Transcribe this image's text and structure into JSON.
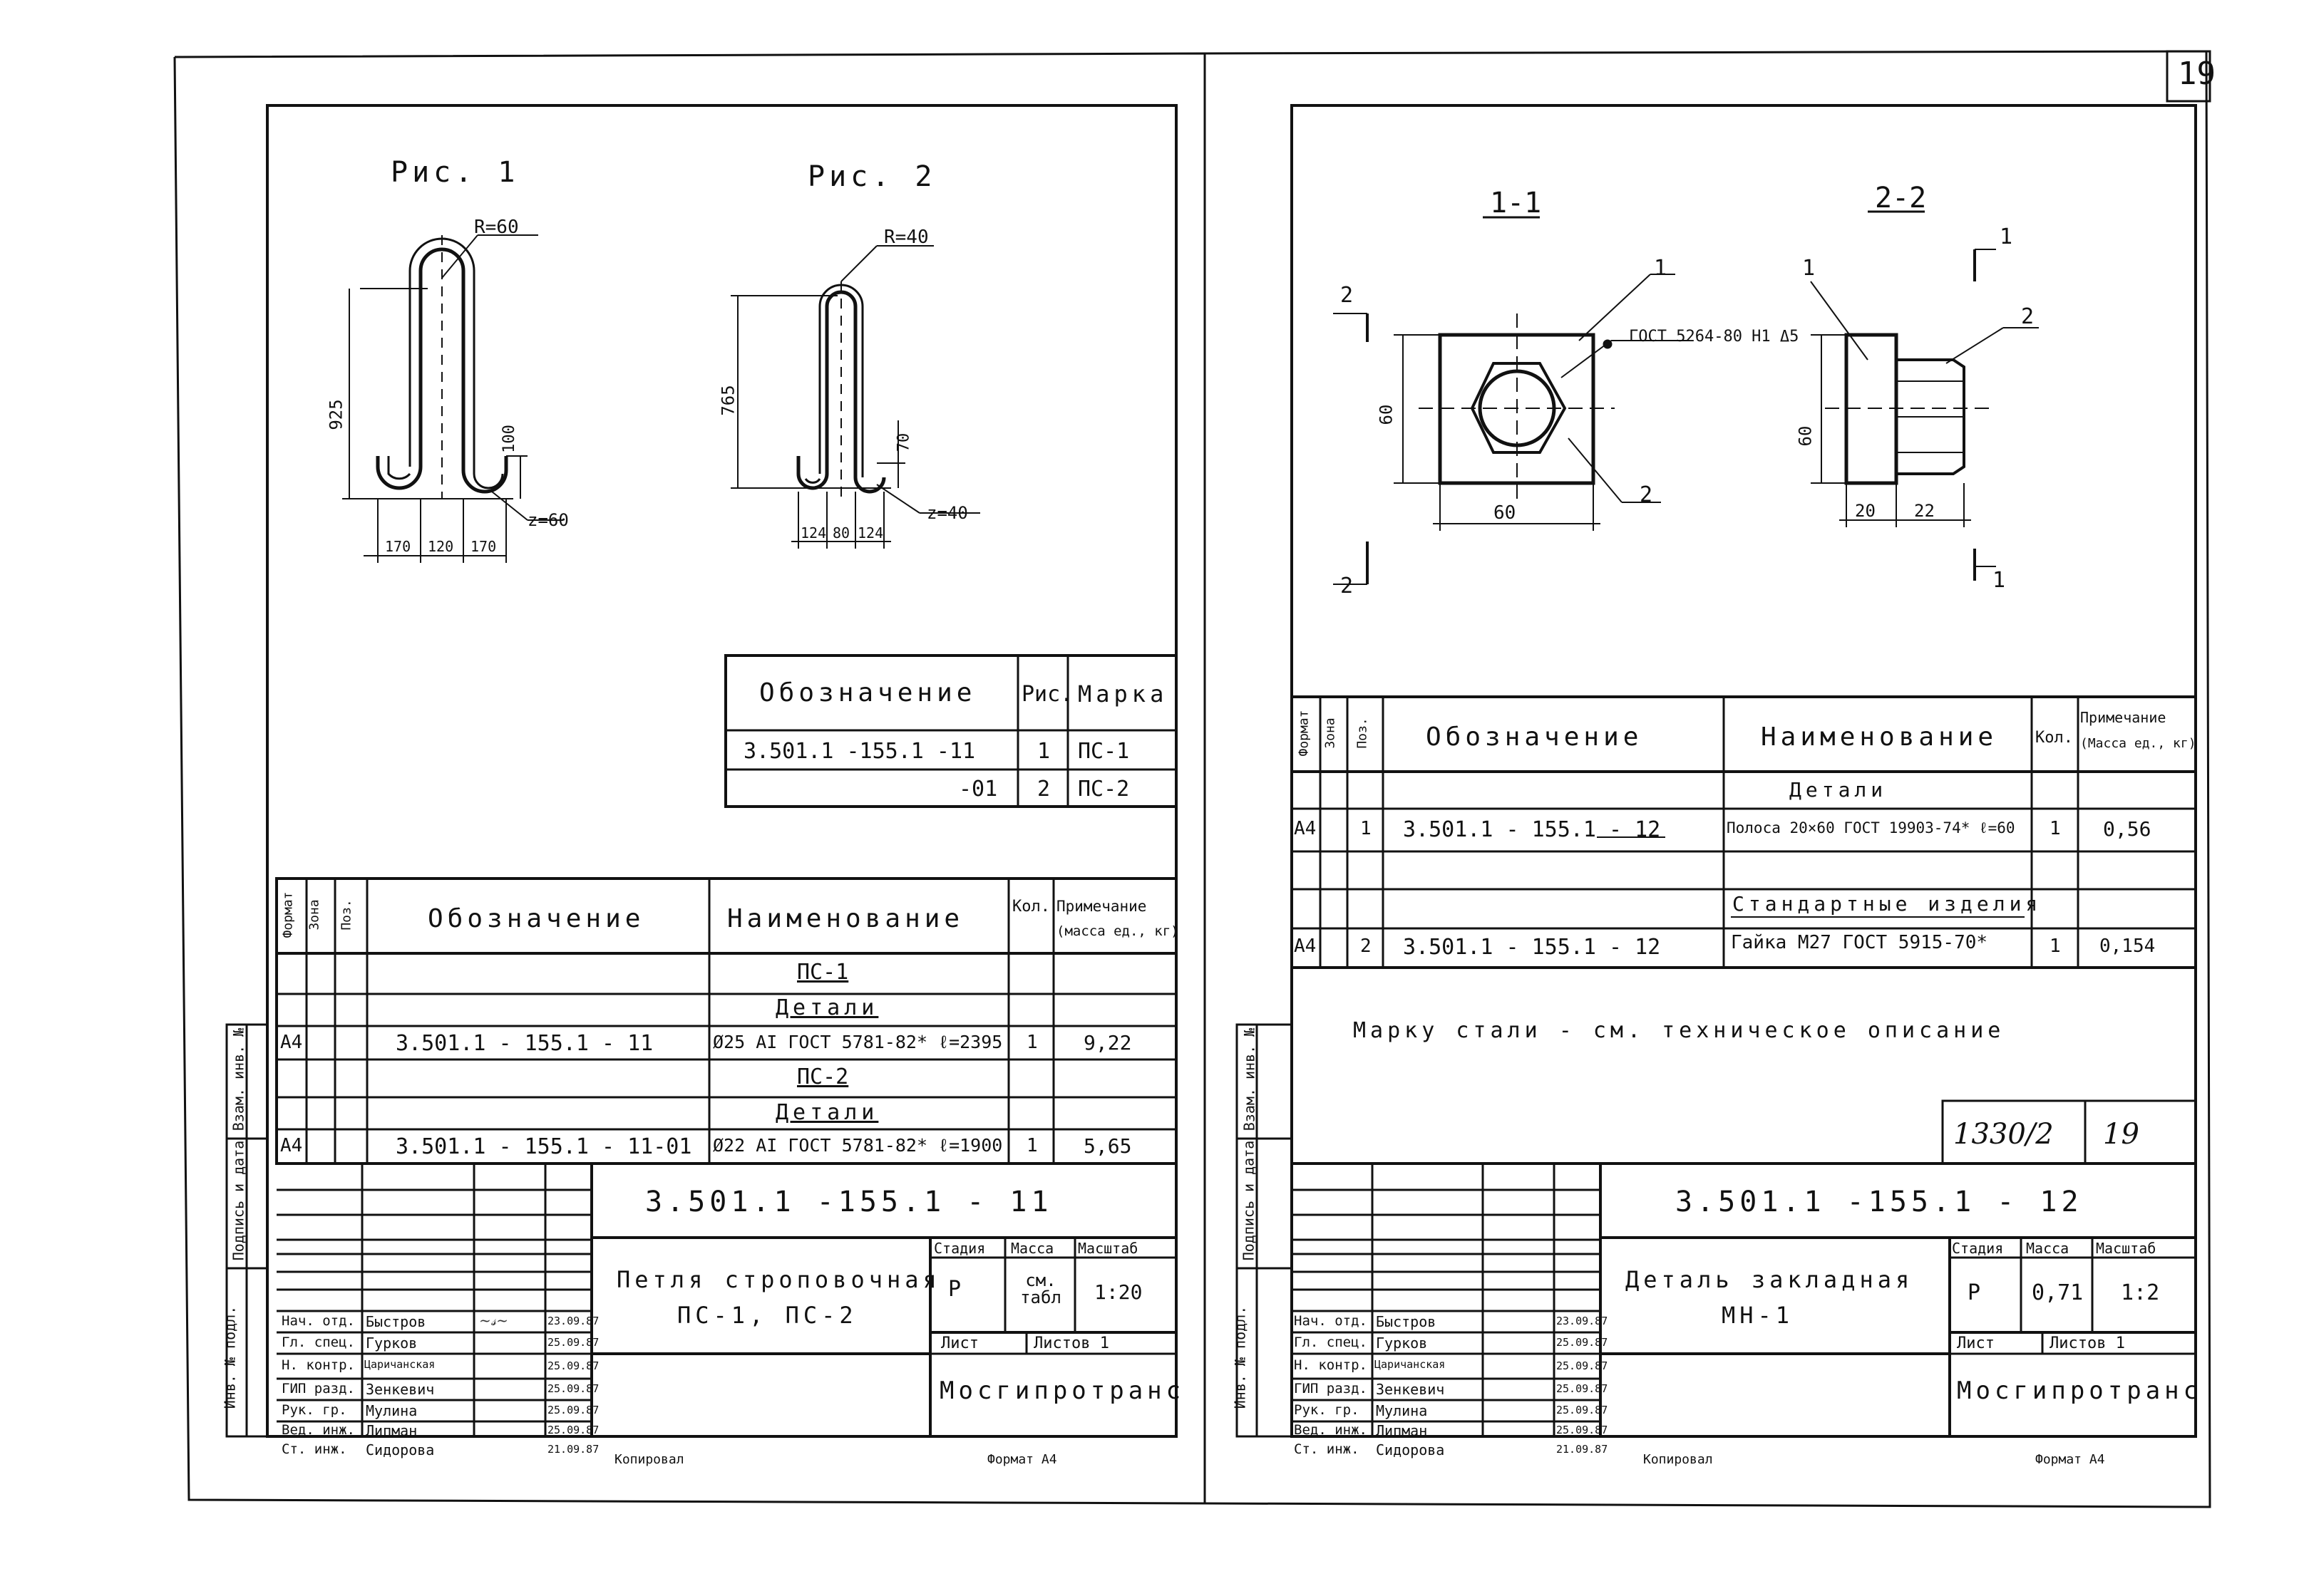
{
  "page_number": "19",
  "left": {
    "fig1": {
      "title": "Рис. 1",
      "r_top": "R=60",
      "height": "925",
      "hook_h": "100",
      "r_bottom": "z=60",
      "dims": [
        "170",
        "120",
        "170"
      ]
    },
    "fig2": {
      "title": "Рис. 2",
      "r_top": "R=40",
      "height": "765",
      "hook_h": "70",
      "r_bottom": "z=40",
      "dims": [
        "124",
        "80",
        "124"
      ]
    },
    "small_table": {
      "headers": [
        "Обозначение",
        "Рис.",
        "Марка"
      ],
      "rows": [
        [
          "3.501.1 -155.1 -11",
          "1",
          "ПС-1"
        ],
        [
          "-01",
          "2",
          "ПС-2"
        ]
      ]
    },
    "spec": {
      "vert_headers": [
        "Формат",
        "Зона",
        "Поз."
      ],
      "headers": [
        "Обозначение",
        "Наименование",
        "Кол.",
        "Примечание",
        "(масса ед., кг)"
      ],
      "rows": [
        {
          "sec": "ПС-1"
        },
        {
          "sec": "Детали"
        },
        {
          "fmt": "А4",
          "des": "3.501.1 - 155.1 - 11",
          "name": "Ø25 АI ГОСТ 5781-82* ℓ=2395",
          "qty": "1",
          "note": "9,22"
        },
        {
          "sec": "ПС-2"
        },
        {
          "sec": "Детали"
        },
        {
          "fmt": "А4",
          "des": "3.501.1 - 155.1 - 11-01",
          "name": "Ø22 АI ГОСТ 5781-82* ℓ=1900",
          "qty": "1",
          "note": "5,65"
        }
      ]
    },
    "title_block": {
      "code": "3.501.1 -155.1 - 11",
      "name_line1": "Петля строповочная",
      "name_line2": "ПС-1, ПС-2",
      "hdr": [
        "Стадия",
        "Масса",
        "Масштаб"
      ],
      "vals": [
        "Р",
        "см. табл",
        "1:20"
      ],
      "sheet_label": "Лист",
      "sheets_label": "Листов 1",
      "org": "Мосгипротранс",
      "people": [
        [
          "Нач. отд.",
          "Быстров",
          "23.09.87"
        ],
        [
          "Гл. спец.",
          "Гурков",
          "25.09.87"
        ],
        [
          "Н. контр.",
          "Царичанская",
          "25.09.87"
        ],
        [
          "ГИП разд.",
          "Зенкевич",
          "25.09.87"
        ],
        [
          "Рук. гр.",
          "Мулина",
          "25.09.87"
        ],
        [
          "Вед. инж.",
          "Липман",
          "25.09.87"
        ],
        [
          "Ст. инж.",
          "Сидорова",
          "21.09.87"
        ]
      ],
      "copied": "Копировал",
      "format": "Формат А4"
    },
    "side_labels": [
      "Инв. № подл.",
      "Подпись и дата",
      "Взам. инв. №"
    ]
  },
  "right": {
    "sec1": "1-1",
    "sec2": "2-2",
    "marks": [
      "1",
      "2"
    ],
    "gost_note": "ГОСТ 5264-80 Н1 Δ5",
    "dim60": "60",
    "dim20": "20",
    "dim22": "22",
    "spec": {
      "vert_headers": [
        "Формат",
        "Зона",
        "Поз."
      ],
      "headers": [
        "Обозначение",
        "Наименование",
        "Кол.",
        "Примечание",
        "(Масса ед., кг)"
      ],
      "rows": [
        {
          "sec": "Детали"
        },
        {
          "fmt": "А4",
          "pos": "1",
          "des": "3.501.1 - 155.1 - 12",
          "name": "Полоса 20×60 ГОСТ 19903-74* ℓ=60",
          "qty": "1",
          "note": "0,56"
        },
        {
          "blank": true
        },
        {
          "sec": "Стандартные изделия"
        },
        {
          "fmt": "А4",
          "pos": "2",
          "des": "3.501.1 - 155.1 - 12",
          "name": "Гайка М27 ГОСТ 5915-70*",
          "qty": "1",
          "note": "0,154"
        }
      ]
    },
    "steel_note": "Марку стали - см. техническое описание",
    "stamp": [
      "1330/2",
      "19"
    ],
    "title_block": {
      "code": "3.501.1 -155.1 - 12",
      "name_line1": "Деталь закладная",
      "name_line2": "МН-1",
      "hdr": [
        "Стадия",
        "Масса",
        "Масштаб"
      ],
      "vals": [
        "Р",
        "0,71",
        "1:2"
      ],
      "sheet_label": "Лист",
      "sheets_label": "Листов 1",
      "org": "Мосгипротранс",
      "people": [
        [
          "Нач. отд.",
          "Быстров",
          "23.09.87"
        ],
        [
          "Гл. спец.",
          "Гурков",
          "25.09.87"
        ],
        [
          "Н. контр.",
          "Царичанская",
          "25.09.87"
        ],
        [
          "ГИП разд.",
          "Зенкевич",
          "25.09.87"
        ],
        [
          "Рук. гр.",
          "Мулина",
          "25.09.87"
        ],
        [
          "Вед. инж.",
          "Липман",
          "25.09.87"
        ],
        [
          "Ст. инж.",
          "Сидорова",
          "21.09.87"
        ]
      ],
      "copied": "Копировал",
      "format": "Формат А4"
    },
    "side_labels": [
      "Инв. № подл.",
      "Подпись и дата",
      "Взам. инв. №"
    ]
  }
}
